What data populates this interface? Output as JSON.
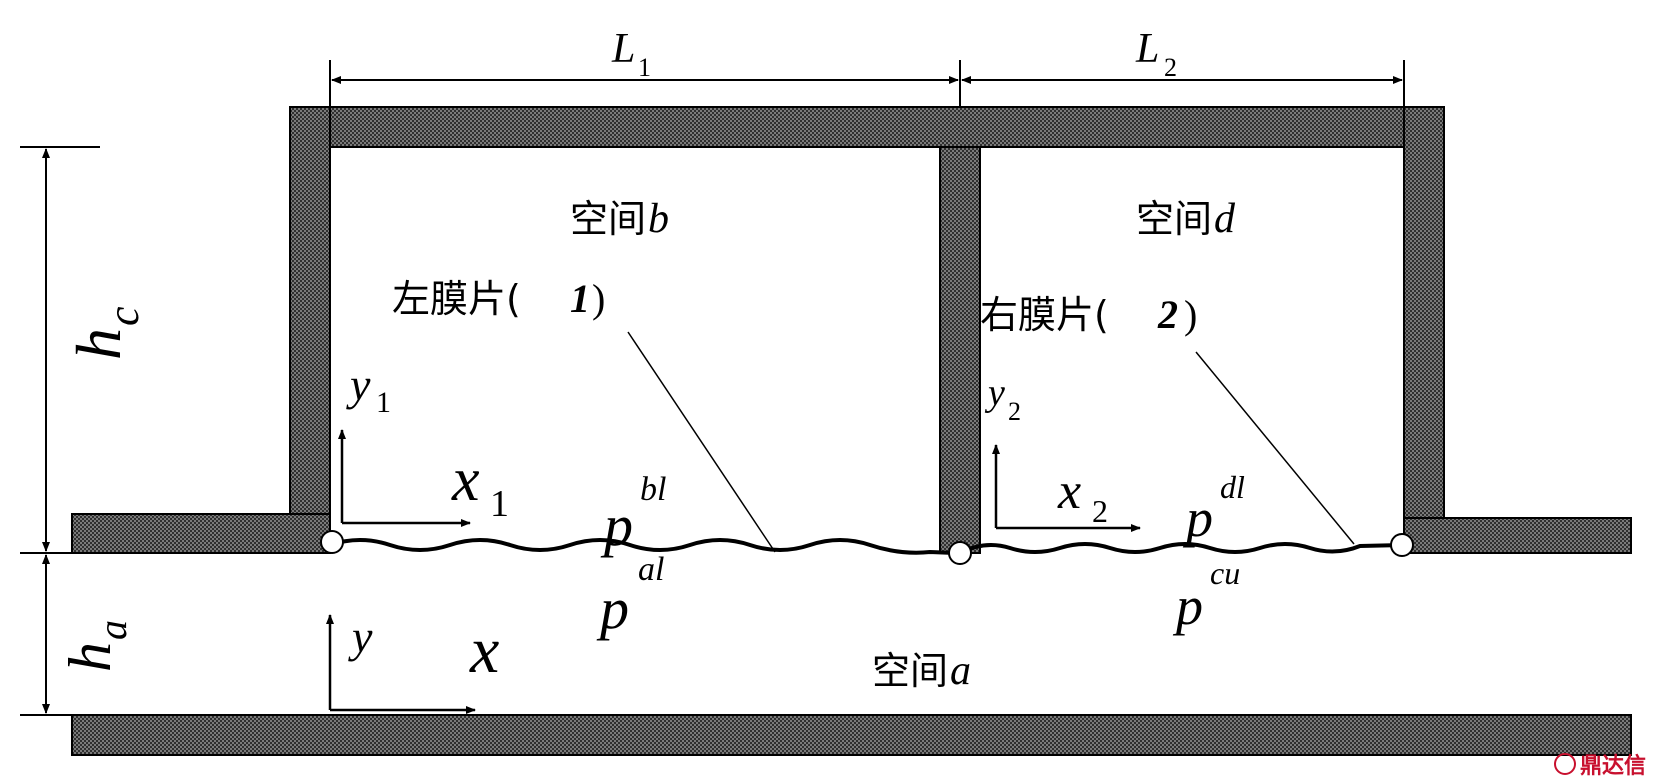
{
  "dimensions": {
    "L1": "L",
    "L1_sub": "1",
    "L2": "L",
    "L2_sub": "2",
    "hc": "h",
    "hc_sub": "c",
    "ha": "h",
    "ha_sub": "a"
  },
  "spaces": {
    "b": {
      "prefix": "空间",
      "var": "b"
    },
    "d": {
      "prefix": "空间",
      "var": "d"
    },
    "a": {
      "prefix": "空间",
      "var": "a"
    }
  },
  "membranes": {
    "left": {
      "text": "左膜片(",
      "num": "1",
      "close": ")"
    },
    "right": {
      "text": "右膜片(",
      "num": "2",
      "close": ")"
    }
  },
  "axes": {
    "y1": "y",
    "y1_sub": "1",
    "x1": "x",
    "x1_sub": "1",
    "y2": "y",
    "y2_sub": "2",
    "x2": "x",
    "x2_sub": "2",
    "y": "y",
    "x": "x"
  },
  "pressures": {
    "bl": {
      "base": "p",
      "sup": "bl"
    },
    "al": {
      "base": "p",
      "sup": "al"
    },
    "dl": {
      "base": "p",
      "sup": "dl"
    },
    "cu": {
      "base": "p",
      "sup": "cu"
    }
  },
  "watermark": "鼎达信",
  "colors": {
    "wall": "#4a4a4a",
    "line": "#000000"
  }
}
